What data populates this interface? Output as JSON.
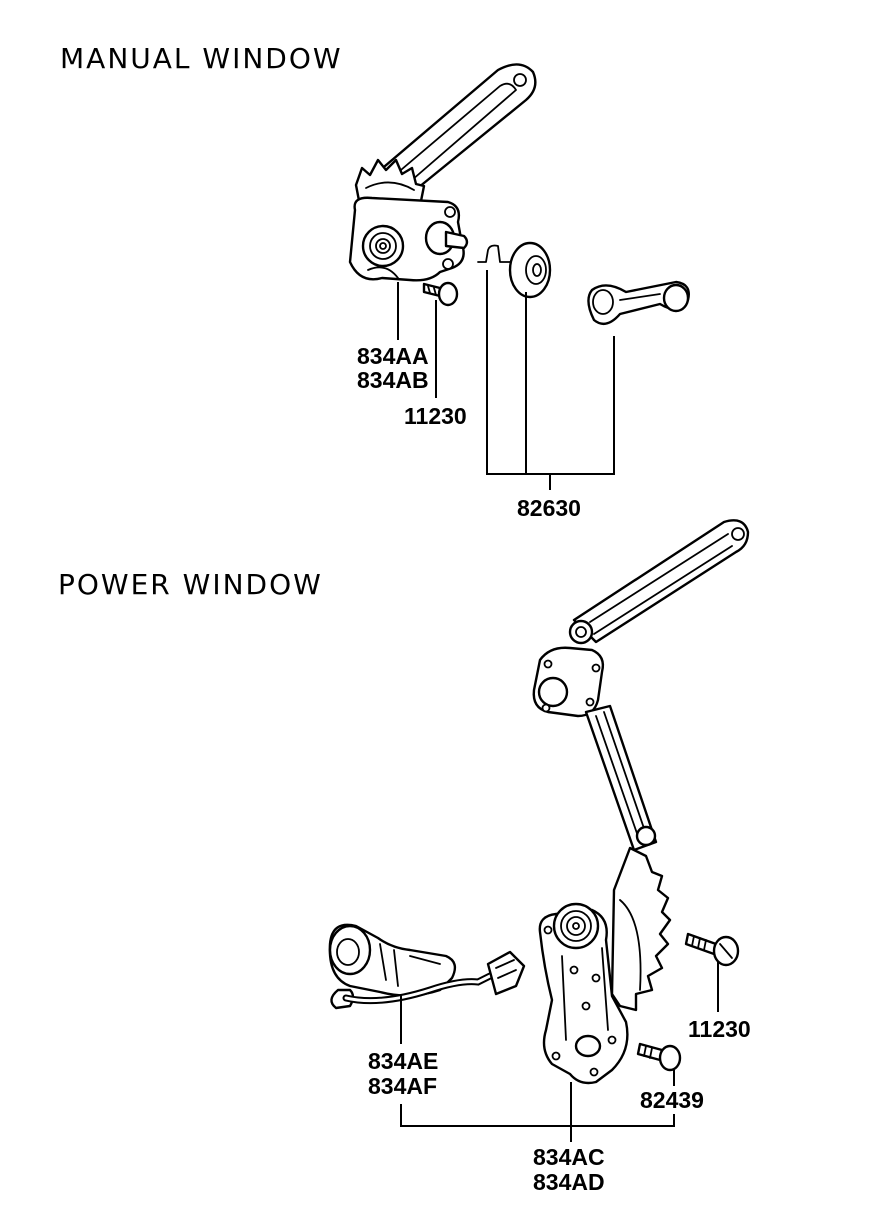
{
  "sections": {
    "manual": {
      "title": "MANUAL WINDOW",
      "part_numbers": {
        "regulator_lhs": "834AA",
        "regulator_rhs": "834AB",
        "bolt": "11230",
        "handle_set": "82630"
      }
    },
    "power": {
      "title": "POWER WINDOW",
      "part_numbers": {
        "motor_lhs": "834AE",
        "motor_rhs": "834AF",
        "bolt": "11230",
        "screw": "82439",
        "regulator_lhs": "834AC",
        "regulator_rhs": "834AD"
      }
    }
  }
}
